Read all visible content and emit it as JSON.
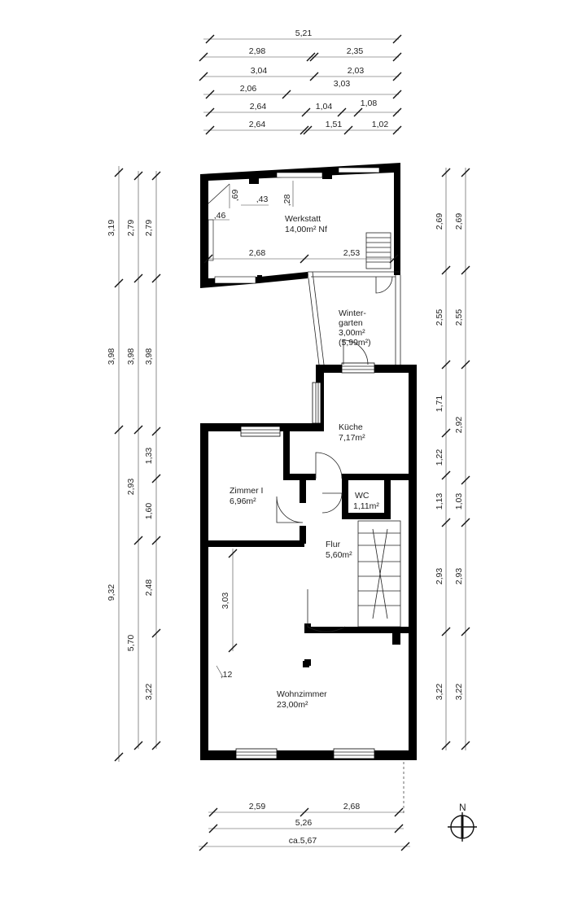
{
  "rooms": {
    "werkstatt": {
      "name": "Werkstatt",
      "area": "14,00m² Nf"
    },
    "wintergarten": {
      "name1": "Winter-",
      "name2": "garten",
      "area": "3,00m²",
      "area2": "(5,99m²)"
    },
    "kueche": {
      "name": "Küche",
      "area": "7,17m²"
    },
    "zimmer": {
      "name": "Zimmer I",
      "area": "6,96m²"
    },
    "wc": {
      "name": "WC",
      "area": "1,11m²"
    },
    "flur": {
      "name": "Flur",
      "area": "5,60m²"
    },
    "wohnzimmer": {
      "name": "Wohnzimmer",
      "area": "23,00m²"
    }
  },
  "top_dims": [
    [
      "5,21"
    ],
    [
      "2,98",
      "2,35"
    ],
    [
      "3,04",
      "2,03"
    ],
    [
      "2,06",
      "3,03"
    ],
    [
      "2,64",
      "1,04",
      "1,08"
    ],
    [
      "2,64",
      "1,51",
      "1,02"
    ]
  ],
  "left_dims": {
    "col1": [
      "3,19",
      "3,98",
      "9,32"
    ],
    "col2": [
      "2,79",
      "3,98",
      "2,93",
      "5,70"
    ],
    "col3": [
      "2,79",
      "3,98",
      "1,33",
      "1,60",
      "2,48",
      "3,22"
    ]
  },
  "right_dims": {
    "col1": [
      "2,69",
      "2,55",
      "1,71",
      "1,22",
      "1,13",
      "2,93",
      "3,22"
    ],
    "col2": [
      "2,69",
      "2,55",
      "2,92",
      "1,03",
      "2,93",
      "3,22"
    ]
  },
  "bottom_dims": {
    "row1": [
      "2,59",
      "2,68"
    ],
    "row2": "5,26",
    "row3": "ca.5,67"
  },
  "inner_dims": {
    "w_a": "2,68",
    "w_b": "2,53",
    "d69": ",69",
    "d43": ",43",
    "d28": ",28",
    "d46": ",46",
    "d303": "3,03",
    "d12": ",12"
  },
  "compass": "N"
}
